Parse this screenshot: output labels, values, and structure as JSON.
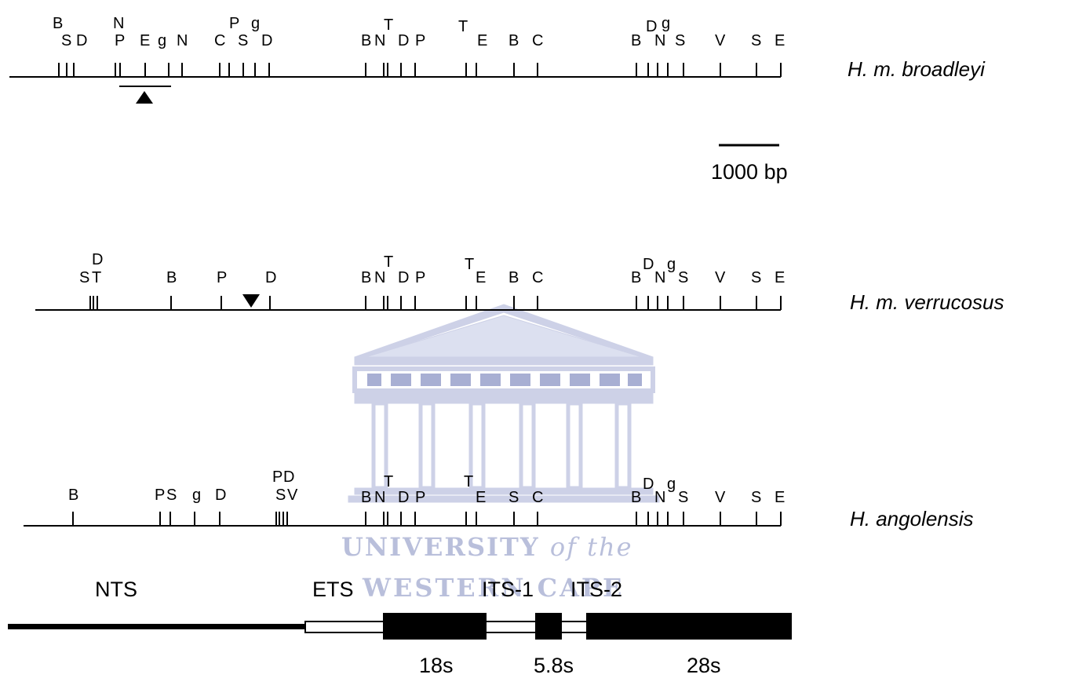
{
  "scale_bar_label": "1000 bp",
  "maps": [
    {
      "species": "H. m. broadleyi",
      "site_labels": [
        "B",
        "S",
        "D",
        "N",
        "P",
        "E",
        "g",
        "N",
        "C",
        "P",
        "S",
        "g",
        "D",
        "B",
        "N",
        "T",
        "D",
        "P",
        "T",
        "E",
        "B",
        "C",
        "B",
        "D",
        "g",
        "N",
        "S",
        "V",
        "S",
        "E"
      ],
      "marker": "up-triangle"
    },
    {
      "species": "H. m. verrucosus",
      "site_labels": [
        "D",
        "S",
        "T",
        "B",
        "P",
        "D",
        "B",
        "N",
        "T",
        "D",
        "P",
        "T",
        "E",
        "B",
        "C",
        "B",
        "D",
        "N",
        "g",
        "S",
        "V",
        "S",
        "E"
      ],
      "marker": "down-triangle"
    },
    {
      "species": "H. angolensis",
      "site_labels": [
        "B",
        "P",
        "S",
        "g",
        "D",
        "P",
        "D",
        "S",
        "V",
        "B",
        "N",
        "T",
        "D",
        "P",
        "T",
        "E",
        "S",
        "C",
        "B",
        "D",
        "N",
        "g",
        "S",
        "V",
        "S",
        "E"
      ]
    }
  ],
  "gene_regions": {
    "spacers": [
      "NTS",
      "ETS",
      "ITS-1",
      "ITS-2"
    ],
    "subunits": [
      "18s",
      "5.8s",
      "28s"
    ]
  },
  "watermark": {
    "text": "UNIVERSITY of the WESTERN CAPE",
    "color": "#b9bfdb"
  }
}
